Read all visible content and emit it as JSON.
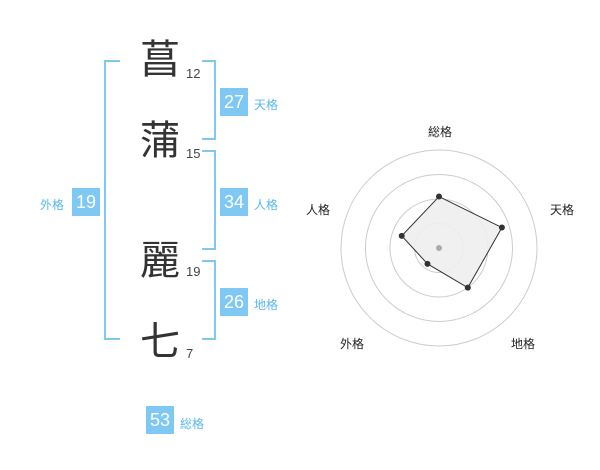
{
  "name": {
    "chars": [
      {
        "char": "菖",
        "strokes": "12"
      },
      {
        "char": "蒲",
        "strokes": "15"
      },
      {
        "char": "麗",
        "strokes": "19"
      },
      {
        "char": "七",
        "strokes": "7"
      }
    ]
  },
  "fortune": {
    "tenkaku": {
      "value": "27",
      "label": "天格"
    },
    "jinkaku": {
      "value": "34",
      "label": "人格"
    },
    "chikaku": {
      "value": "26",
      "label": "地格"
    },
    "gaikaku": {
      "value": "19",
      "label": "外格"
    },
    "soukaku": {
      "value": "53",
      "label": "総格"
    }
  },
  "radar": {
    "axes": [
      "総格",
      "天格",
      "地格",
      "外格",
      "人格"
    ],
    "levels": 4,
    "values": [
      2.1,
      2.7,
      2.0,
      0.8,
      1.6
    ],
    "colors": {
      "fill": "#eeeeee",
      "stroke": "#333333",
      "grid": "#cccccc",
      "center": "#aaaaaa"
    }
  },
  "colors": {
    "accent": "#7fc8f4",
    "label": "#58b8ee"
  }
}
